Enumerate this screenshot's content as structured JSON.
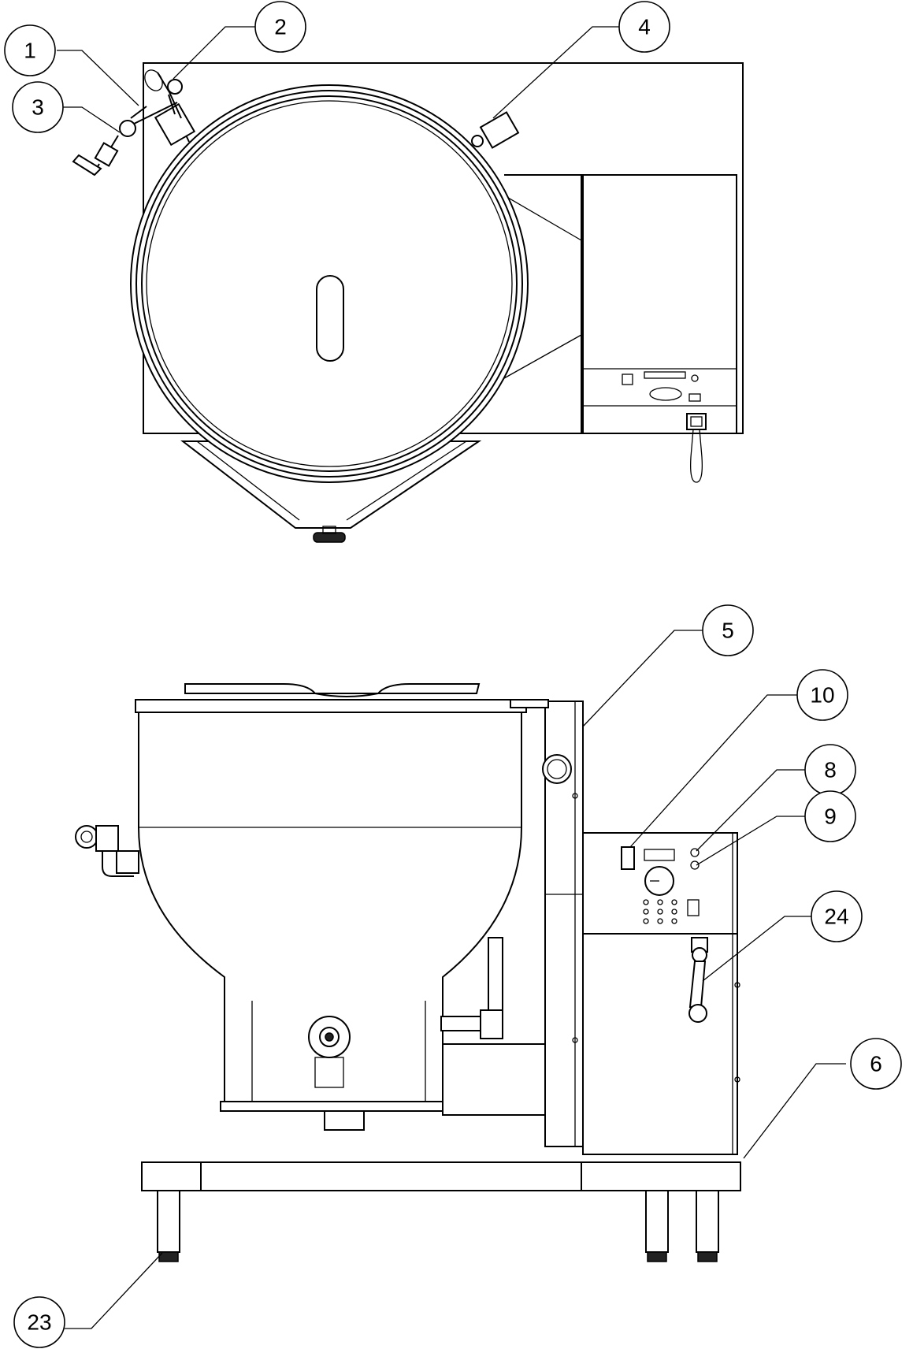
{
  "diagram": {
    "callouts": [
      {
        "id": "c1",
        "label": "1"
      },
      {
        "id": "c2",
        "label": "2"
      },
      {
        "id": "c3",
        "label": "3"
      },
      {
        "id": "c4",
        "label": "4"
      },
      {
        "id": "c5",
        "label": "5"
      },
      {
        "id": "c10",
        "label": "10"
      },
      {
        "id": "c8",
        "label": "8"
      },
      {
        "id": "c9",
        "label": "9"
      },
      {
        "id": "c24",
        "label": "24"
      },
      {
        "id": "c6",
        "label": "6"
      },
      {
        "id": "c23",
        "label": "23"
      }
    ]
  }
}
